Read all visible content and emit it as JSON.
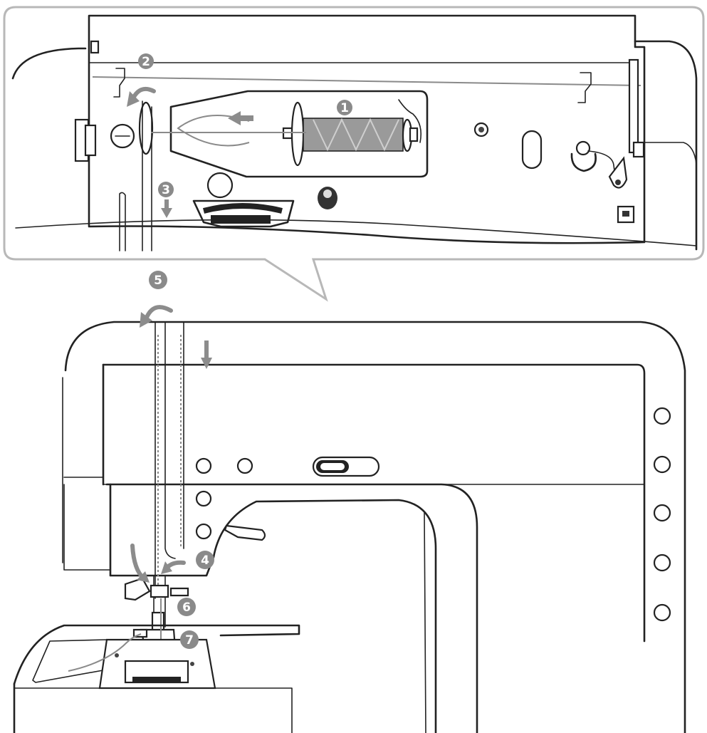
{
  "steps": [
    {
      "number": "1"
    },
    {
      "number": "2"
    },
    {
      "number": "3"
    },
    {
      "number": "4"
    },
    {
      "number": "5"
    },
    {
      "number": "6"
    },
    {
      "number": "7"
    }
  ],
  "colors": {
    "outline": "#222222",
    "inset_frame": "#b8b8b8",
    "step_marker": "#8a8a8a",
    "thread": "#8a8a8a",
    "arrow": "#8c8c8c",
    "background": "#ffffff"
  }
}
